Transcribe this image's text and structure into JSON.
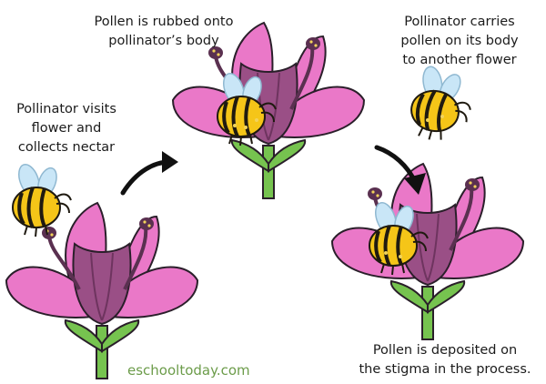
{
  "captions": {
    "visit": [
      "Pollinator visits",
      "flower and",
      "collects nectar"
    ],
    "rub": [
      "Pollen is rubbed onto",
      "pollinator’s body"
    ],
    "carry": [
      "Pollinator carries",
      "pollen on its body",
      "to another flower"
    ],
    "deposit": [
      "Pollen is deposited on",
      "the stigma in the process."
    ]
  },
  "brand": "eschooltoday.com",
  "colors": {
    "petal": "#ea78c8",
    "petal_outline": "#2a1f2a",
    "center": "#9a4f86",
    "stem": "#76c34f",
    "bee_yellow": "#f5c518",
    "bee_stripe": "#1f1a10",
    "wing": "#c9e6f7",
    "anther": "#5a3050",
    "pollen": "#f2d35a",
    "arrow": "#111111",
    "brand": "#6c9c4a"
  }
}
